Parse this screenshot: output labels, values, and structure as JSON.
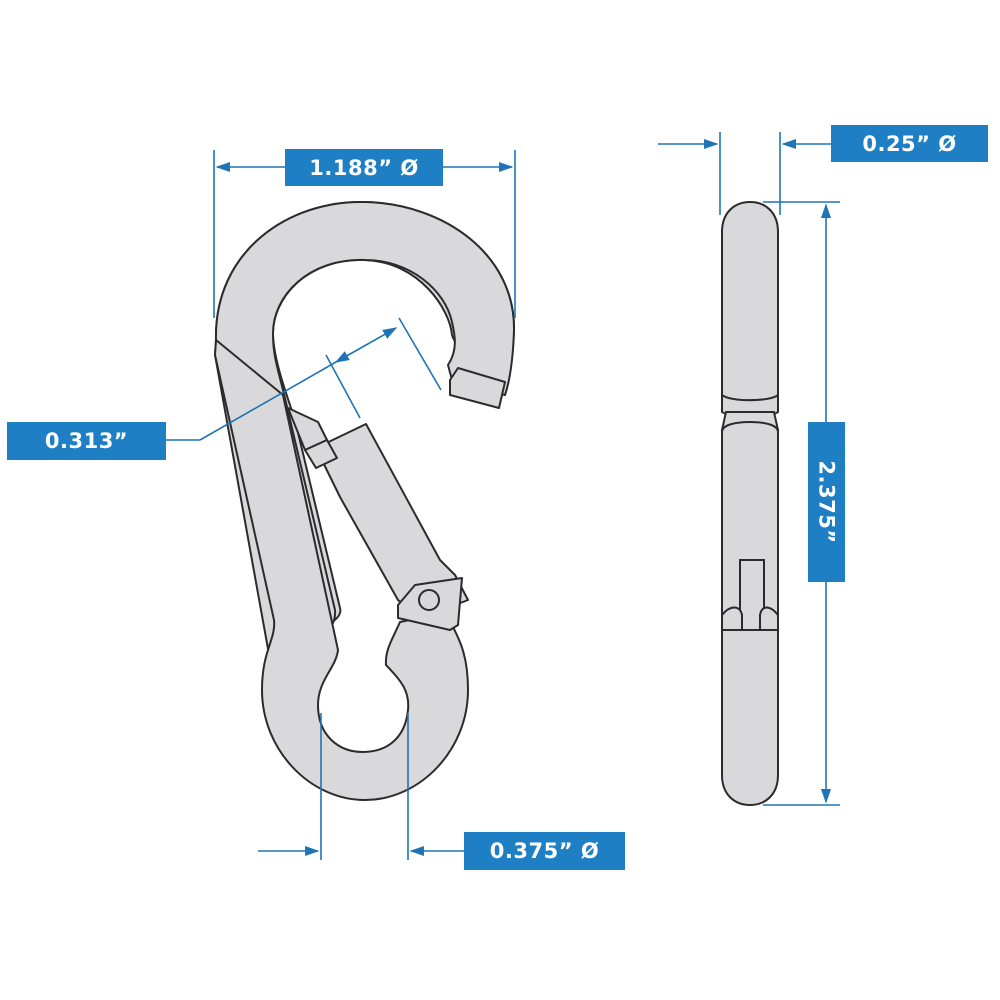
{
  "diagram": {
    "subject": "carabiner / spring snap hook dimension drawing",
    "views": [
      "front view",
      "side view"
    ],
    "colors": {
      "label_bg": "#1f7fc4",
      "label_text": "#ffffff",
      "dimension_line": "#1f74b5",
      "part_fill": "#d9d9db",
      "part_outline": "#2b2b2b"
    }
  },
  "dimensions": {
    "width": {
      "label": "1.188” Ø",
      "value": 1.188,
      "unit": "in",
      "type": "diameter"
    },
    "gate_opening": {
      "label": "0.313”",
      "value": 0.313,
      "unit": "in"
    },
    "eye_hole": {
      "label": "0.375” Ø",
      "value": 0.375,
      "unit": "in",
      "type": "diameter"
    },
    "wire_thickness": {
      "label": "0.25” Ø",
      "value": 0.25,
      "unit": "in",
      "type": "diameter"
    },
    "length": {
      "label": "2.375”",
      "value": 2.375,
      "unit": "in"
    }
  }
}
